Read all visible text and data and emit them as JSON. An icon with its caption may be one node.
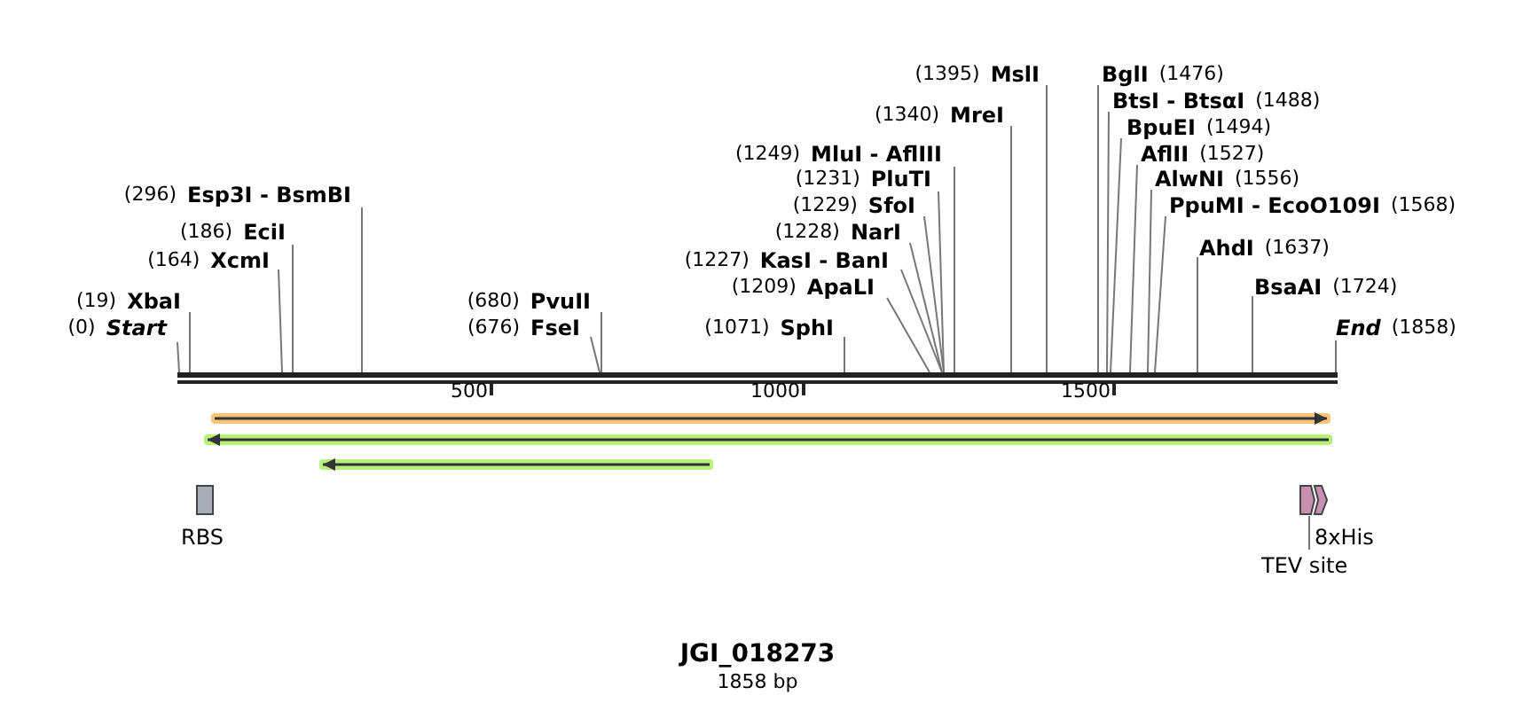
{
  "diagram": {
    "title": "JGI_018273",
    "caption": "1858 bp",
    "nodes": [
      {
        "text": [],
        "shape": "bar"
      },
      {
        "text": [
          "(0)",
          "Start"
        ]
      },
      {
        "text": [
          "(19)",
          "XbaI"
        ]
      },
      {
        "text": [
          "(164)",
          "XcmI"
        ]
      },
      {
        "text": [
          "(186)",
          "EciI"
        ]
      },
      {
        "text": [
          "(296)",
          "Esp3I - BsmBI"
        ]
      },
      {
        "text": [
          "(676)",
          "FseI"
        ]
      },
      {
        "text": [
          "(680)",
          "PvuII"
        ]
      },
      {
        "text": [
          "(1071)",
          "SphI"
        ]
      },
      {
        "text": [
          "(1209)",
          "ApaLI"
        ]
      },
      {
        "text": [
          "(1227)",
          "KasI - BanI"
        ]
      },
      {
        "text": [
          "(1228)",
          "NarI"
        ]
      },
      {
        "text": [
          "(1229)",
          "SfoI"
        ]
      },
      {
        "text": [
          "(1231)",
          "PluTI"
        ]
      },
      {
        "text": [
          "(1249)",
          "MluI - AflIII"
        ]
      },
      {
        "text": [
          "(1340)",
          "MreI"
        ]
      },
      {
        "text": [
          "(1395)",
          "MslI"
        ]
      },
      {
        "text": [
          "BglI",
          "(1476)"
        ]
      },
      {
        "text": [
          "BtsI - BtsαI",
          "(1488)"
        ]
      },
      {
        "text": [
          "BpuEI",
          "(1494)"
        ]
      },
      {
        "text": [
          "AflII",
          "(1527)"
        ]
      },
      {
        "text": [
          "AlwNI",
          "(1556)"
        ]
      },
      {
        "text": [
          "PpuMI - EcoO109I",
          "(1568)"
        ]
      },
      {
        "text": [
          "AhdI",
          "(1637)"
        ]
      },
      {
        "text": [
          "BsaAI",
          "(1724)"
        ]
      },
      {
        "text": [
          "End",
          "(1858)"
        ]
      },
      {
        "text": [
          "RBS"
        ]
      },
      {
        "text": [],
        "shape": "box"
      },
      {
        "text": [
          "8xHis"
        ]
      },
      {
        "text": [
          "TEV site"
        ]
      }
    ],
    "edges": [
      {
        "from": 1,
        "to": 0,
        "arrow": "none"
      },
      {
        "from": 2,
        "to": 0,
        "arrow": "none"
      },
      {
        "from": 3,
        "to": 0,
        "arrow": "none"
      },
      {
        "from": 4,
        "to": 0,
        "arrow": "none"
      },
      {
        "from": 5,
        "to": 0,
        "arrow": "none"
      },
      {
        "from": 6,
        "to": 0,
        "arrow": "none"
      },
      {
        "from": 7,
        "to": 0,
        "arrow": "none"
      },
      {
        "from": 8,
        "to": 0,
        "arrow": "none"
      },
      {
        "from": 9,
        "to": 0,
        "arrow": "none"
      },
      {
        "from": 10,
        "to": 0,
        "arrow": "none"
      },
      {
        "from": 11,
        "to": 0,
        "arrow": "none"
      },
      {
        "from": 12,
        "to": 0,
        "arrow": "none"
      },
      {
        "from": 13,
        "to": 0,
        "arrow": "none"
      },
      {
        "from": 14,
        "to": 0,
        "arrow": "none"
      },
      {
        "from": 15,
        "to": 0,
        "arrow": "none"
      },
      {
        "from": 16,
        "to": 0,
        "arrow": "none"
      },
      {
        "from": 17,
        "to": 0,
        "arrow": "none"
      },
      {
        "from": 18,
        "to": 0,
        "arrow": "none"
      },
      {
        "from": 19,
        "to": 0,
        "arrow": "none"
      },
      {
        "from": 20,
        "to": 0,
        "arrow": "none"
      },
      {
        "from": 21,
        "to": 0,
        "arrow": "none"
      },
      {
        "from": 22,
        "to": 0,
        "arrow": "none"
      },
      {
        "from": 23,
        "to": 0,
        "arrow": "none"
      },
      {
        "from": 24,
        "to": 0,
        "arrow": "none"
      },
      {
        "from": 25,
        "to": 0,
        "arrow": "none"
      },
      {
        "from": 29,
        "to": 27,
        "arrow": "none"
      }
    ],
    "labels": [
      "500",
      "1000",
      "1500"
    ]
  }
}
